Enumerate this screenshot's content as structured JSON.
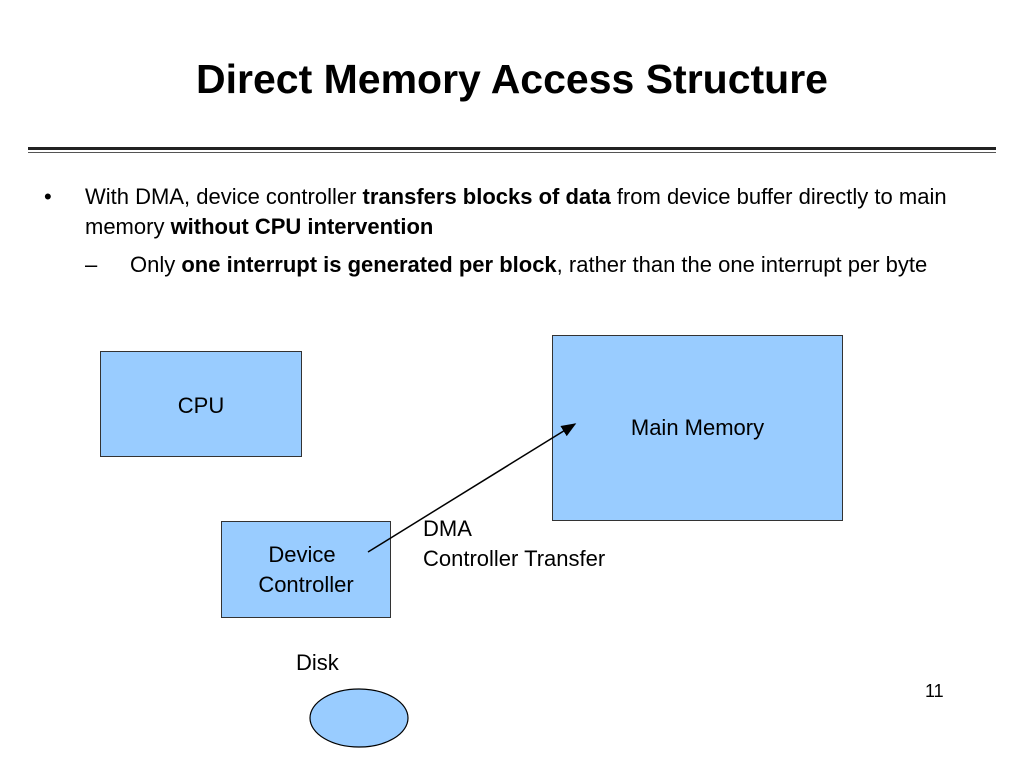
{
  "slide": {
    "title": "Direct Memory Access Structure",
    "page_number": "11",
    "bullet": {
      "marker": "•",
      "parts": [
        "With DMA, device controller ",
        "transfers blocks of data",
        " from device buffer directly to main memory ",
        "without CPU intervention"
      ]
    },
    "sub_bullet": {
      "marker": "–",
      "parts": [
        "Only ",
        "one interrupt is generated per block",
        ", rather than the one interrupt per byte"
      ]
    }
  },
  "diagram": {
    "cpu_label": "CPU",
    "memory_label": "Main Memory",
    "device_controller_label": [
      "Device",
      "Controller"
    ],
    "disk_label": "Disk",
    "transfer_label": [
      "DMA",
      "Controller Transfer"
    ],
    "box_fill": "#99ccff"
  }
}
